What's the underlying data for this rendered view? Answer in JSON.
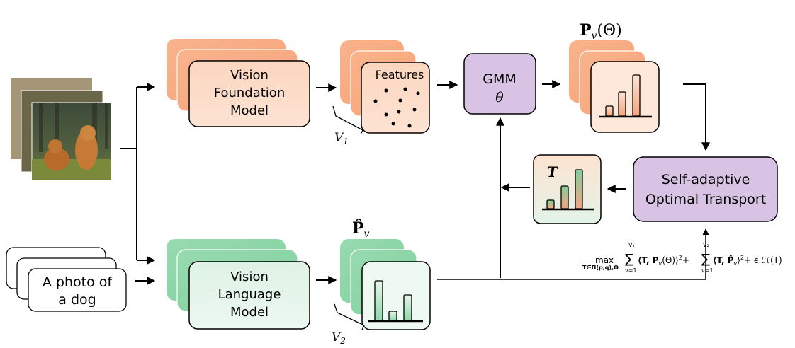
{
  "vision_model": {
    "line1": "Vision",
    "line2": "Foundation",
    "line3": "Model"
  },
  "language_model": {
    "line1": "Vision",
    "line2": "Language",
    "line3": "Model"
  },
  "prompt": {
    "line1": "A photo of",
    "line2": "a dog"
  },
  "features_label": "Features",
  "gmm": {
    "label": "GMM",
    "param": "θ"
  },
  "pv_theta": {
    "bold": "P",
    "sub": "v",
    "arg": "(Θ)"
  },
  "pv_hat": {
    "bold": "P̂",
    "sub": "v"
  },
  "v1": {
    "main": "V",
    "sub": "1"
  },
  "v2": {
    "main": "V",
    "sub": "2"
  },
  "transport_matrix": "T",
  "sot": {
    "line1": "Self-adaptive",
    "line2": "Optimal Transport"
  },
  "objective": {
    "max": "max",
    "under": "T∈Π(p,q),Θ",
    "term1": "⟨T, P",
    "term1_sub": "v",
    "term1_end": "(Θ)⟩",
    "sq": "2",
    "plus1": "+",
    "term2": "⟨T, P̂",
    "term2_sub": "v",
    "term2_end": "⟩",
    "plus2": "+ ϵ ℋ(T)",
    "sum1_top": "V₁",
    "sum2_top": "V₂",
    "sum_bottom": "v=1"
  },
  "colors": {
    "orange_fill": "#fcd9c4",
    "orange_dark": "#f6a37a",
    "green_fill": "#e3f4e8",
    "green_dark": "#7fcf9d",
    "purple_fill": "#d8c3e4"
  },
  "icons": {
    "dog_photo": "dog-photo-icon"
  }
}
